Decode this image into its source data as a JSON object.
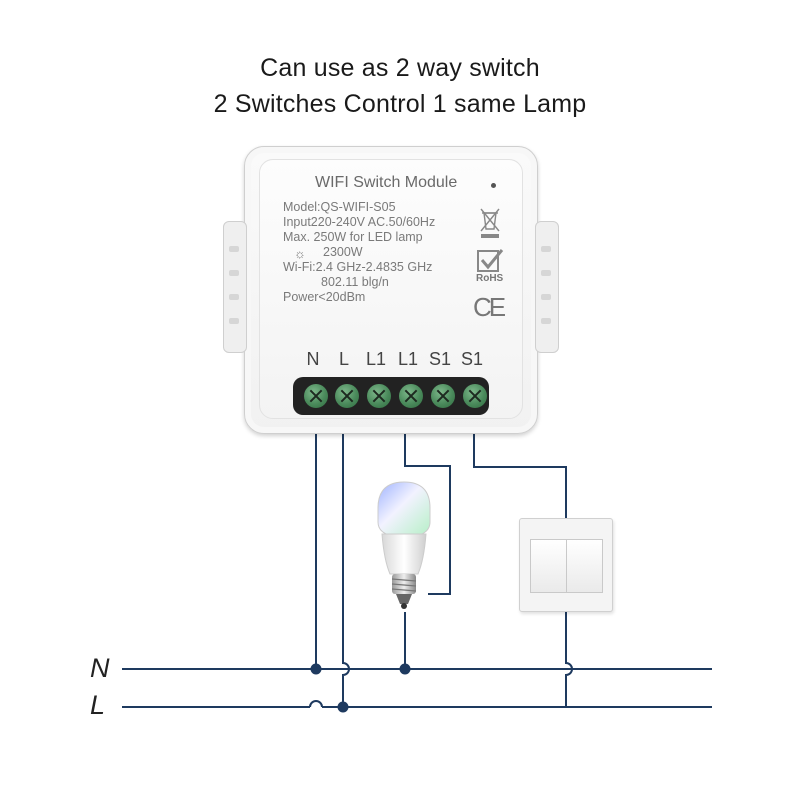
{
  "headline": {
    "line1": "Can use as 2 way switch",
    "line2": "2 Switches Control 1 same Lamp"
  },
  "module": {
    "title": "WIFI Switch Module",
    "specs": {
      "model": "Model:QS-WIFI-S05",
      "input": "Input220-240V  AC.50/60Hz",
      "max": "Max. 250W for LED lamp",
      "incandescent": "2300W",
      "wifi": "Wi-Fi:2.4 GHz-2.4835 GHz",
      "standard": "802.11 blg/n",
      "power": "Power<20dBm"
    },
    "certifications": {
      "rohs": "RoHS",
      "ce": "CE"
    },
    "terminals": [
      "N",
      "L",
      "L1",
      "L1",
      "S1",
      "S1"
    ]
  },
  "rails": {
    "neutral": "N",
    "live": "L"
  },
  "colors": {
    "wire": "#1e3a5f",
    "terminal_block": "#222222",
    "screw": "#4a8a5b"
  },
  "icons": {
    "bulb": "led-bulb-icon",
    "switch": "double-wall-switch-icon",
    "weee": "crossed-bin-icon",
    "rohs": "rohs-check-icon"
  }
}
